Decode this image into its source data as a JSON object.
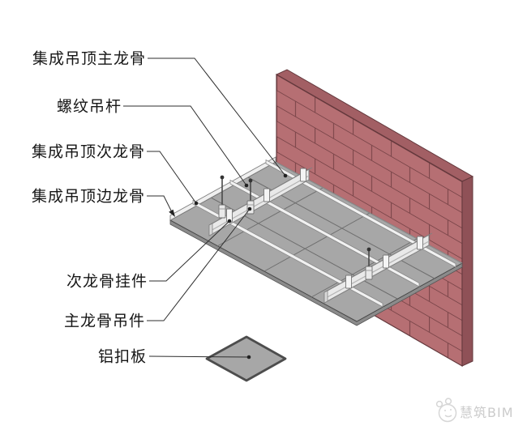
{
  "diagram": {
    "title_hint": "integrated-ceiling-suspension-assembly",
    "labels": [
      {
        "id": "main-keel",
        "text": "集成吊顶主龙骨"
      },
      {
        "id": "threaded-rod",
        "text": "螺纹吊杆"
      },
      {
        "id": "secondary-keel",
        "text": "集成吊顶次龙骨"
      },
      {
        "id": "edge-keel",
        "text": "集成吊顶边龙骨"
      },
      {
        "id": "secondary-keel-hanger",
        "text": "次龙骨挂件"
      },
      {
        "id": "main-keel-hanger",
        "text": "主龙骨吊件"
      },
      {
        "id": "aluminum-panel",
        "text": "铝扣板"
      }
    ],
    "watermark": {
      "text": "慧筑BIM"
    },
    "colors": {
      "brick": "#b66f73",
      "brick_joint": "#7a4549",
      "wall_top": "#a25f64",
      "wall_side": "#8f5157",
      "wall_outline": "#63383c",
      "panel": "#a7a7a7",
      "panel_edge": "#8b8b8b",
      "panel_grid": "#6e6e6e",
      "keel_fill": "#e9e9e9",
      "keel_top": "#f7f7f7",
      "rail_fill": "#f1f1f1",
      "metal_outline": "#808080",
      "leader": "#2e2e2e",
      "watermark_gray": "#cbcbcb"
    }
  }
}
